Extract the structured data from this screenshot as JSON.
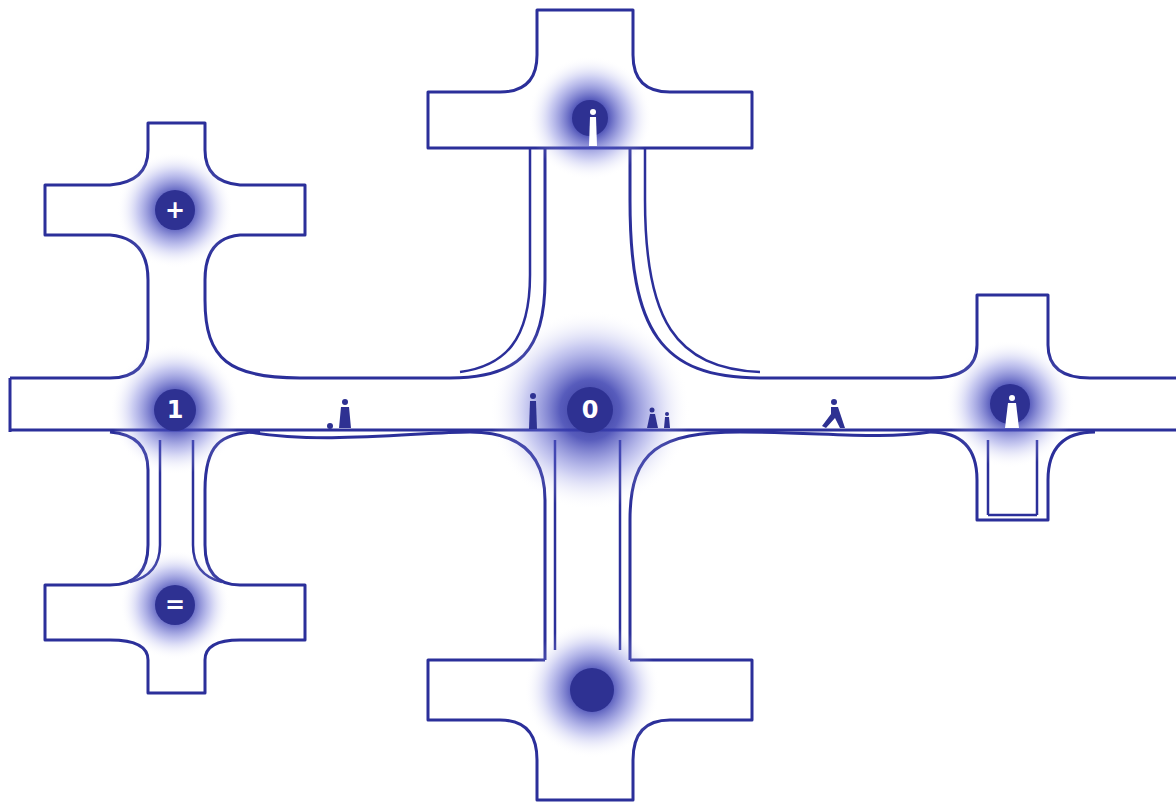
{
  "diagram": {
    "nodes": [
      {
        "text": [
          "+"
        ]
      },
      {
        "text": [
          "1"
        ]
      },
      {
        "text": [
          "0"
        ]
      },
      {
        "text": [
          "="
        ]
      }
    ]
  }
}
